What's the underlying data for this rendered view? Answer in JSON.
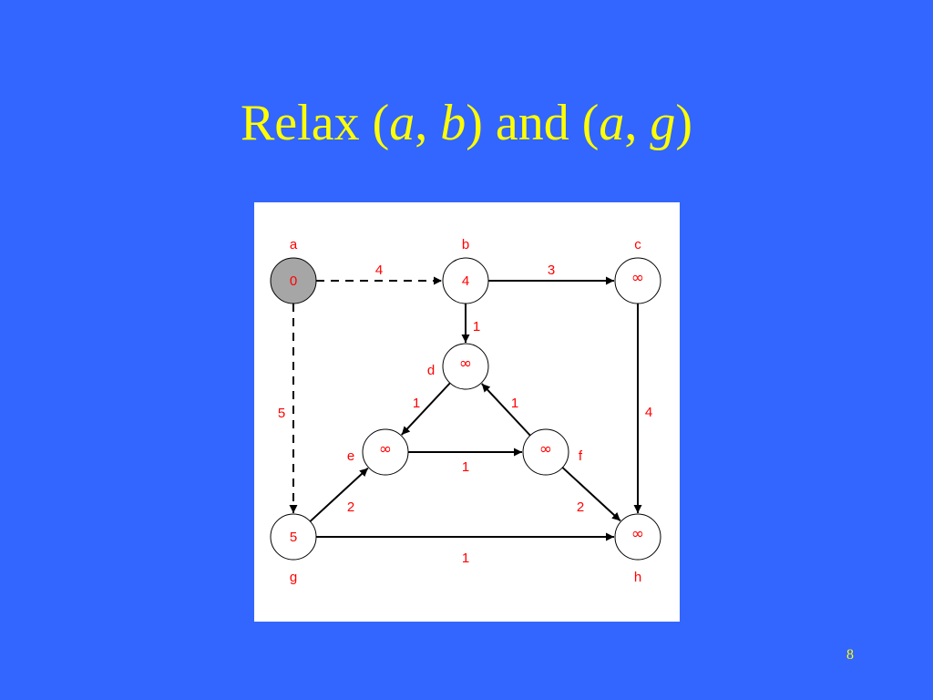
{
  "title": {
    "prefix": "Relax (",
    "v1": "a",
    "sep1": ", ",
    "v2": "b",
    "mid": ") and (",
    "v3": "a",
    "sep2": ", ",
    "v4": "g",
    "suffix": ")"
  },
  "page_number": "8",
  "colors": {
    "background": "#3366ff",
    "title": "#ffff00",
    "panel": "#ffffff",
    "label": "#ff0000",
    "source_node": "#a6a6a6"
  },
  "graph": {
    "nodes": [
      {
        "id": "a",
        "label": "a",
        "dist": "0",
        "source": true
      },
      {
        "id": "b",
        "label": "b",
        "dist": "4"
      },
      {
        "id": "c",
        "label": "c",
        "dist": "∞"
      },
      {
        "id": "d",
        "label": "d",
        "dist": "∞"
      },
      {
        "id": "e",
        "label": "e",
        "dist": "∞"
      },
      {
        "id": "f",
        "label": "f",
        "dist": "∞"
      },
      {
        "id": "g",
        "label": "g",
        "dist": "5"
      },
      {
        "id": "h",
        "label": "h",
        "dist": "∞"
      }
    ],
    "edges": [
      {
        "from": "a",
        "to": "b",
        "weight": "4",
        "style": "dashed"
      },
      {
        "from": "a",
        "to": "g",
        "weight": "5",
        "style": "dashed"
      },
      {
        "from": "b",
        "to": "c",
        "weight": "3",
        "style": "solid"
      },
      {
        "from": "b",
        "to": "d",
        "weight": "1",
        "style": "solid"
      },
      {
        "from": "c",
        "to": "h",
        "weight": "4",
        "style": "solid"
      },
      {
        "from": "d",
        "to": "e",
        "weight": "1",
        "style": "solid"
      },
      {
        "from": "f",
        "to": "d",
        "weight": "1",
        "style": "solid"
      },
      {
        "from": "e",
        "to": "f",
        "weight": "1",
        "style": "solid"
      },
      {
        "from": "g",
        "to": "e",
        "weight": "2",
        "style": "solid"
      },
      {
        "from": "f",
        "to": "h",
        "weight": "2",
        "style": "solid"
      },
      {
        "from": "g",
        "to": "h",
        "weight": "1",
        "style": "solid"
      }
    ]
  }
}
